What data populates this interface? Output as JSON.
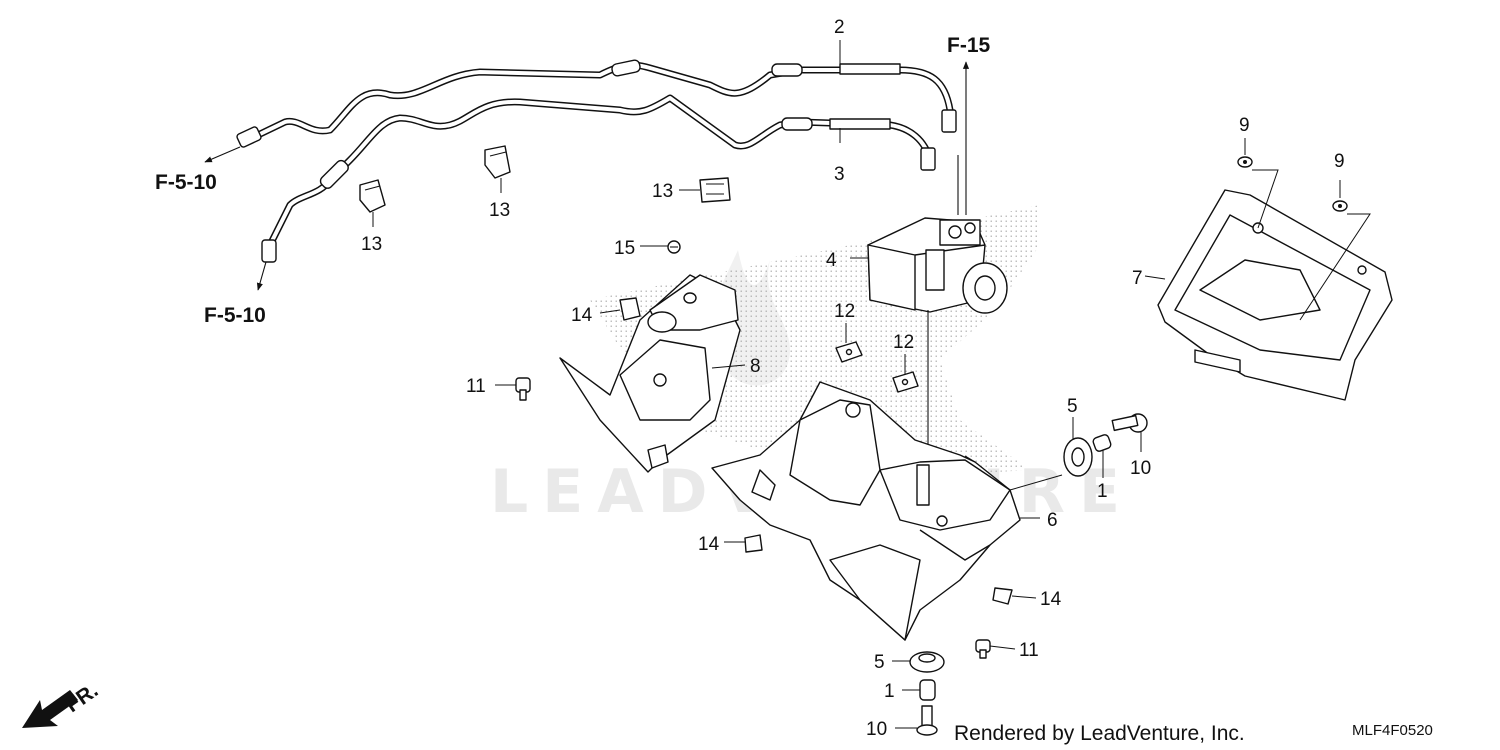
{
  "watermark": "LEADVENTURE",
  "credit": "Rendered by LeadVenture, Inc.",
  "diagram_code": "MLF4F0520",
  "front_indicator": "FR.",
  "references": {
    "f15": "F-15",
    "f510_top": "F-5-10",
    "f510_bottom": "F-5-10"
  },
  "callouts": {
    "c2": "2",
    "c3": "3",
    "c4": "4",
    "c5_top": "5",
    "c5_bottom": "5",
    "c1_top": "1",
    "c1_bottom": "1",
    "c6": "6",
    "c7": "7",
    "c8": "8",
    "c9_left": "9",
    "c9_right": "9",
    "c10_top": "10",
    "c10_bottom": "10",
    "c11_left": "11",
    "c11_right": "11",
    "c12_left": "12",
    "c12_right": "12",
    "c13_a": "13",
    "c13_b": "13",
    "c13_c": "13",
    "c14_a": "14",
    "c14_b": "14",
    "c14_c": "14",
    "c15": "15"
  }
}
